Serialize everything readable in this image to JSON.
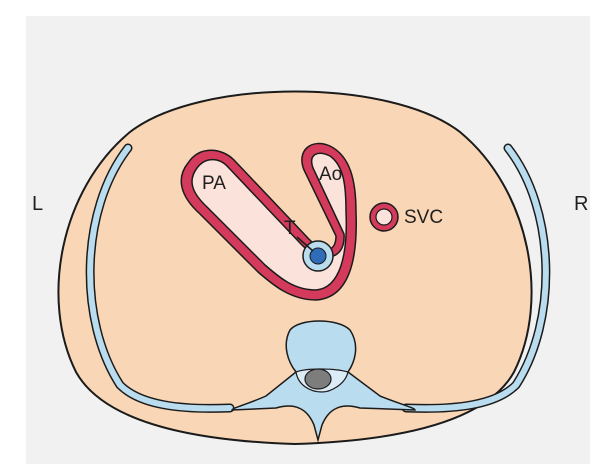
{
  "labels": {
    "left": "L",
    "right": "R",
    "pulmonary_artery": "PA",
    "aorta": "Ao",
    "superior_vena_cava": "SVC",
    "trachea": "T"
  },
  "colors": {
    "background": "#ffffff",
    "panel": "#f1f1f1",
    "body": "#f9d6b5",
    "outline": "#1b1b1b",
    "vessel_wall": "#d43a5b",
    "vessel_fill": "#fbe2da",
    "rib": "#b9dcef",
    "vertebra": "#b9dcef",
    "spinal_cord": "#7d7d7d",
    "trachea_ring": "#b9dcef",
    "trachea_lumen": "#2f6db8"
  }
}
